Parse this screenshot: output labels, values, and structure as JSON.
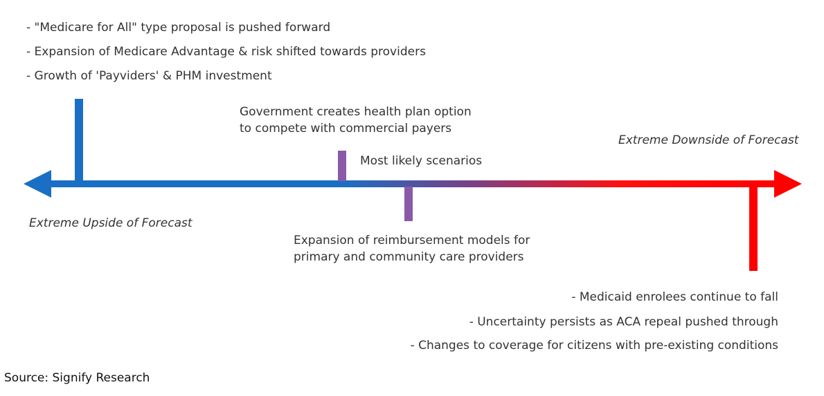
{
  "upside_bullets": [
    "- \"Medicare for All\" type proposal is pushed forward",
    "- Expansion of Medicare Advantage & risk shifted towards providers",
    "- Growth of 'Payviders' & PHM investment"
  ],
  "government_option": {
    "line1": "Government creates health plan option",
    "line2": "to compete with commercial payers"
  },
  "most_likely": "Most likely scenarios",
  "extreme_downside": "Extreme Downside of Forecast",
  "extreme_upside": "Extreme Upside of Forecast",
  "reimbursement": {
    "line1": "Expansion of reimbursement models for",
    "line2": "primary and community care providers"
  },
  "downside_bullets": [
    "- Medicaid enrolees continue to fall",
    "- Uncertainty persists as ACA repeal pushed through",
    "- Changes to coverage for citizens with pre-existing conditions"
  ],
  "source": "Source: Signify Research",
  "colors": {
    "upside_blue": "#1a6fc4",
    "mid_purple": "#8a5aa8",
    "downside_red": "#ff0000",
    "text": "#333333"
  }
}
